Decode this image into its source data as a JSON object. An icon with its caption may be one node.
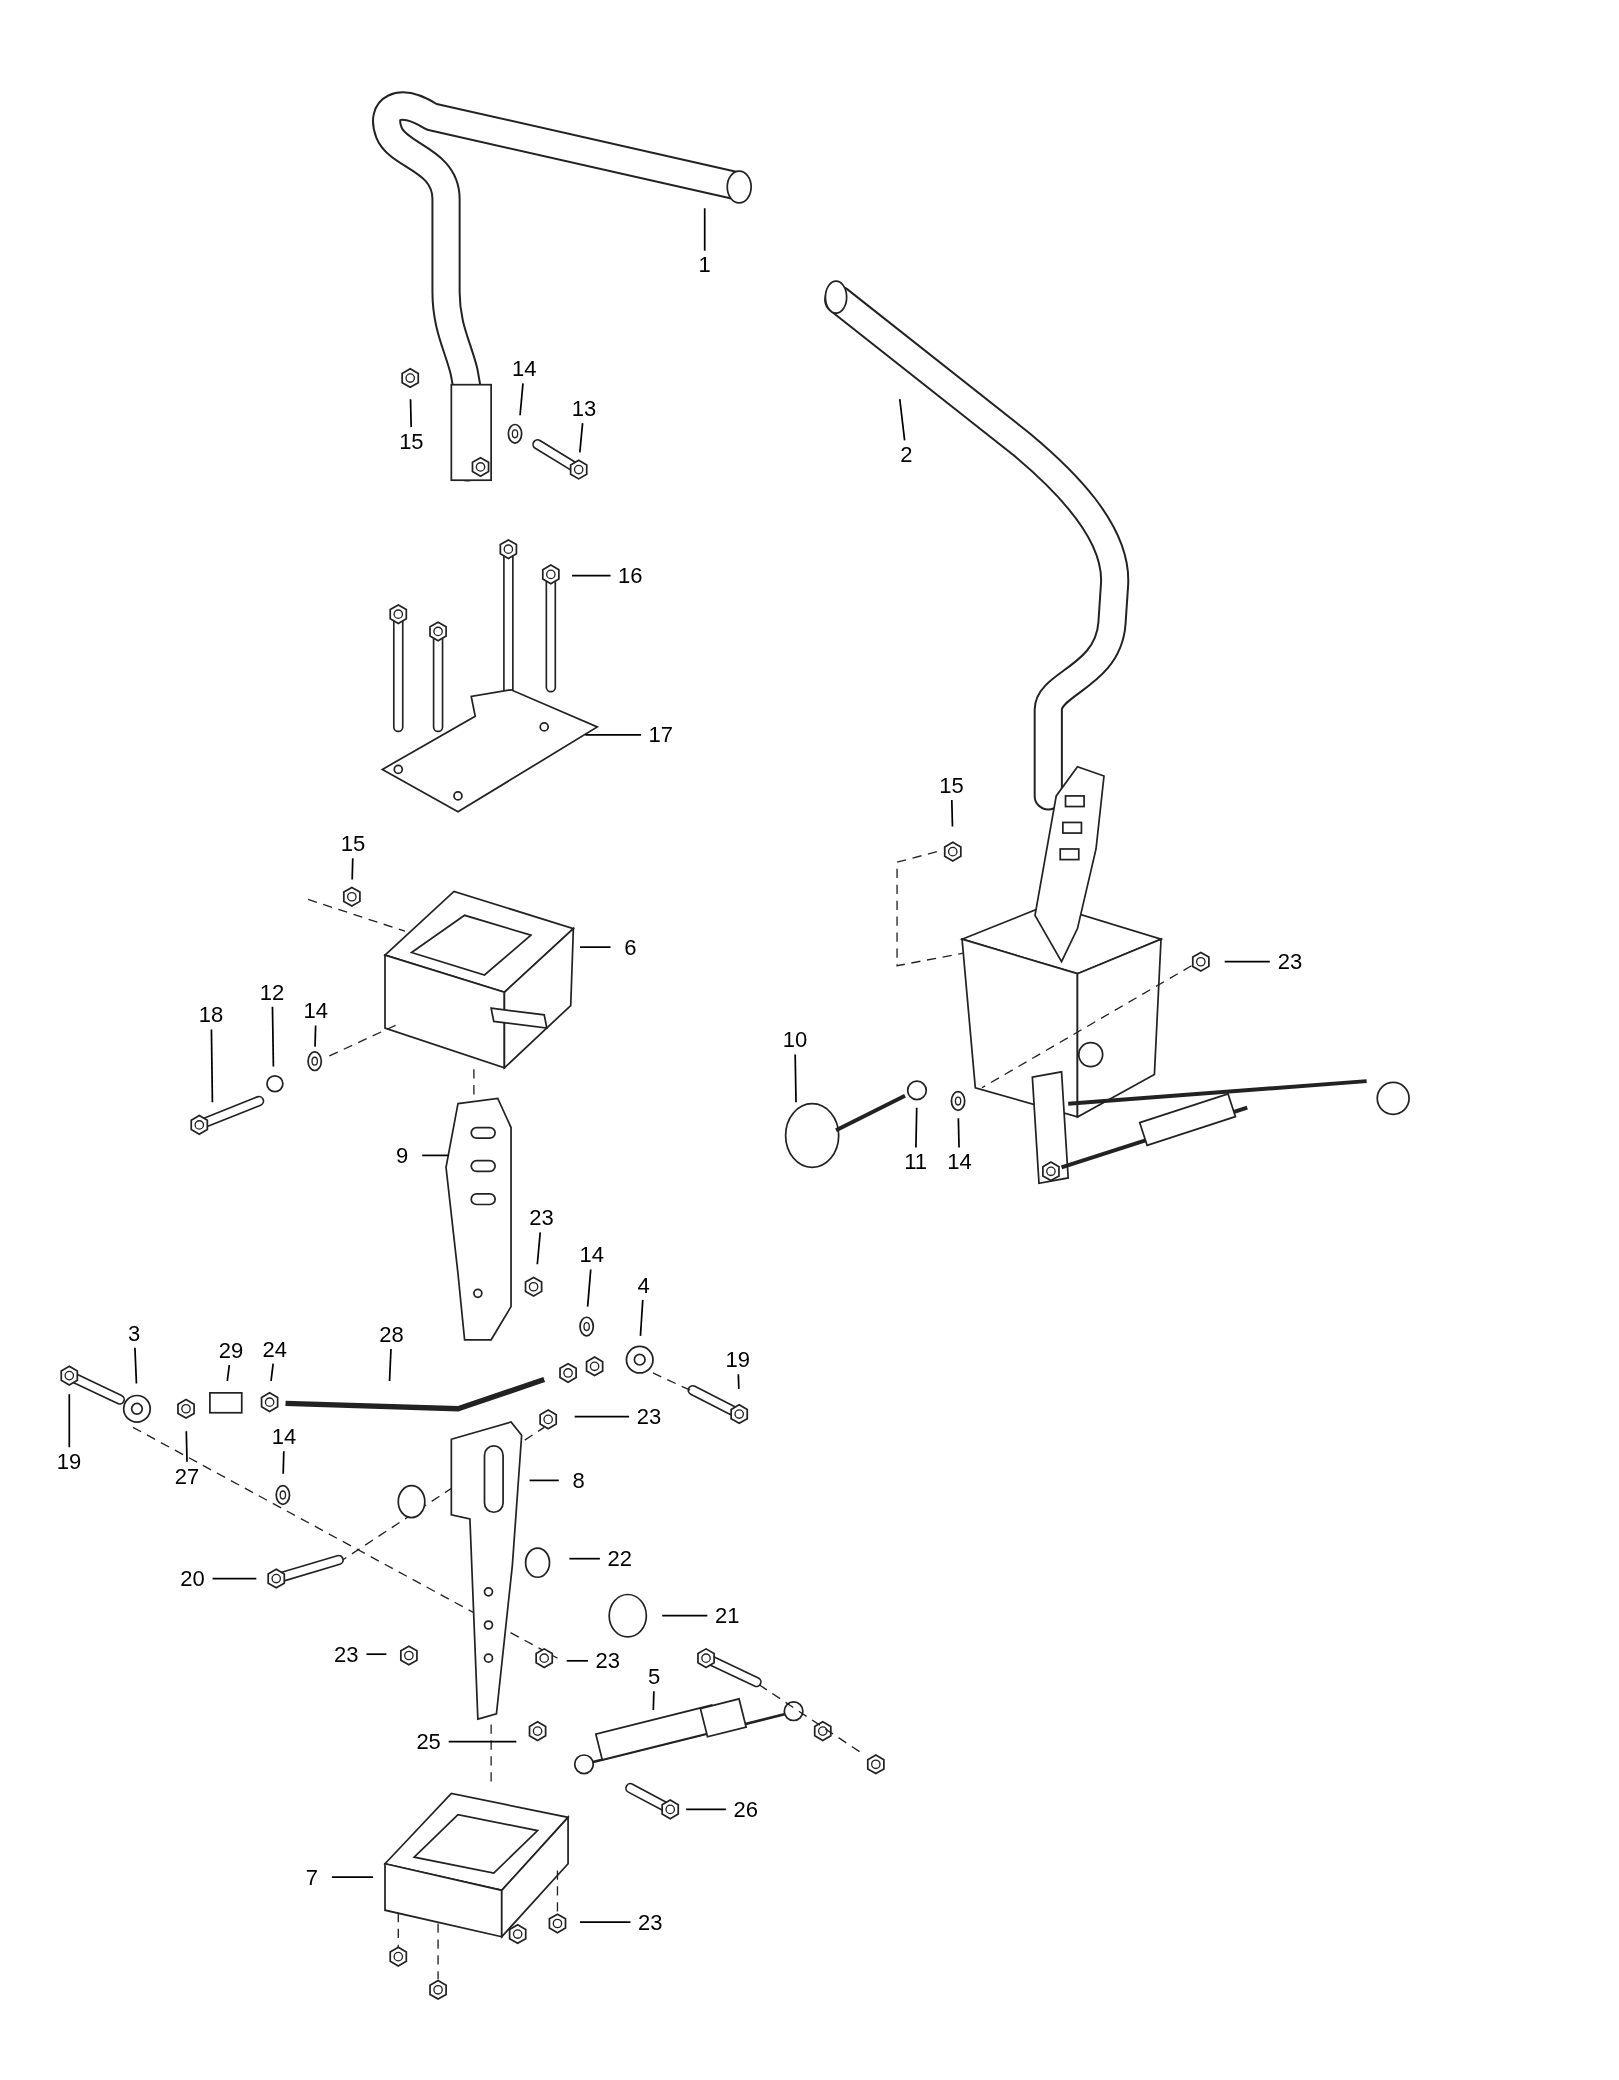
{
  "diagram": {
    "nodes": [
      {
        "text": [
          "1"
        ]
      },
      {
        "text": [
          "14"
        ]
      },
      {
        "text": [
          "13"
        ]
      },
      {
        "text": [
          "15"
        ]
      },
      {
        "text": [
          "2"
        ]
      },
      {
        "text": [
          "16"
        ]
      },
      {
        "text": [
          "17"
        ]
      },
      {
        "text": [
          "15"
        ]
      },
      {
        "text": [
          "15"
        ]
      },
      {
        "text": [
          "6"
        ]
      },
      {
        "text": [
          "23"
        ]
      },
      {
        "text": [
          "12"
        ]
      },
      {
        "text": [
          "14"
        ]
      },
      {
        "text": [
          "18"
        ]
      },
      {
        "text": [
          "10"
        ]
      },
      {
        "text": [
          "9"
        ]
      },
      {
        "text": [
          "11"
        ]
      },
      {
        "text": [
          "14"
        ]
      },
      {
        "text": [
          "23"
        ]
      },
      {
        "text": [
          "14"
        ]
      },
      {
        "text": [
          "4"
        ]
      },
      {
        "text": [
          "28"
        ]
      },
      {
        "text": [
          "3"
        ]
      },
      {
        "text": [
          "24"
        ]
      },
      {
        "text": [
          "29"
        ]
      },
      {
        "text": [
          "19"
        ]
      },
      {
        "text": [
          "23"
        ]
      },
      {
        "text": [
          "14"
        ]
      },
      {
        "text": [
          "19"
        ]
      },
      {
        "text": [
          "27"
        ]
      },
      {
        "text": [
          "8"
        ]
      },
      {
        "text": [
          "22"
        ]
      },
      {
        "text": [
          "20"
        ]
      },
      {
        "text": [
          "21"
        ]
      },
      {
        "text": [
          "23"
        ]
      },
      {
        "text": [
          "23"
        ]
      },
      {
        "text": [
          "5"
        ]
      },
      {
        "text": [
          "25"
        ]
      },
      {
        "text": [
          "26"
        ]
      },
      {
        "text": [
          "7"
        ]
      },
      {
        "text": [
          "23"
        ]
      }
    ],
    "edges": [
      {
        "from": 0,
        "to": null,
        "arrow": "none"
      },
      {
        "from": 1,
        "to": null,
        "arrow": "none"
      },
      {
        "from": 2,
        "to": null,
        "arrow": "none"
      },
      {
        "from": 3,
        "to": null,
        "arrow": "none"
      },
      {
        "from": 4,
        "to": null,
        "arrow": "none"
      },
      {
        "from": 5,
        "to": null,
        "arrow": "none"
      },
      {
        "from": 6,
        "to": null,
        "arrow": "none"
      },
      {
        "from": 7,
        "to": null,
        "arrow": "none"
      },
      {
        "from": 8,
        "to": null,
        "arrow": "none"
      },
      {
        "from": 9,
        "to": null,
        "arrow": "none"
      },
      {
        "from": 10,
        "to": null,
        "arrow": "none"
      },
      {
        "from": 11,
        "to": null,
        "arrow": "none"
      },
      {
        "from": 12,
        "to": null,
        "arrow": "none"
      },
      {
        "from": 13,
        "to": null,
        "arrow": "none"
      },
      {
        "from": 14,
        "to": null,
        "arrow": "none"
      },
      {
        "from": 15,
        "to": null,
        "arrow": "none"
      },
      {
        "from": 16,
        "to": null,
        "arrow": "none"
      },
      {
        "from": 17,
        "to": null,
        "arrow": "none"
      },
      {
        "from": 18,
        "to": null,
        "arrow": "none"
      },
      {
        "from": 19,
        "to": null,
        "arrow": "none"
      },
      {
        "from": 20,
        "to": null,
        "arrow": "none"
      },
      {
        "from": 21,
        "to": null,
        "arrow": "none"
      },
      {
        "from": 22,
        "to": null,
        "arrow": "none"
      },
      {
        "from": 23,
        "to": null,
        "arrow": "none"
      },
      {
        "from": 24,
        "to": null,
        "arrow": "none"
      },
      {
        "from": 25,
        "to": null,
        "arrow": "none"
      },
      {
        "from": 26,
        "to": null,
        "arrow": "none"
      },
      {
        "from": 27,
        "to": null,
        "arrow": "none"
      },
      {
        "from": 28,
        "to": null,
        "arrow": "none"
      },
      {
        "from": 29,
        "to": null,
        "arrow": "none"
      },
      {
        "from": 30,
        "to": null,
        "arrow": "none"
      },
      {
        "from": 31,
        "to": null,
        "arrow": "none"
      },
      {
        "from": 32,
        "to": null,
        "arrow": "none"
      },
      {
        "from": 33,
        "to": null,
        "arrow": "none"
      },
      {
        "from": 34,
        "to": null,
        "arrow": "none"
      },
      {
        "from": 35,
        "to": null,
        "arrow": "none"
      },
      {
        "from": 36,
        "to": null,
        "arrow": "none"
      },
      {
        "from": 37,
        "to": null,
        "arrow": "none"
      },
      {
        "from": 38,
        "to": null,
        "arrow": "none"
      },
      {
        "from": 39,
        "to": null,
        "arrow": "none"
      },
      {
        "from": 40,
        "to": null,
        "arrow": "none"
      }
    ]
  }
}
